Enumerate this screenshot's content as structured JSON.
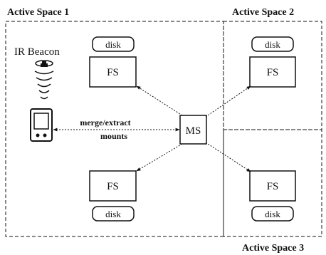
{
  "spaces": [
    {
      "title": "Active Space 1"
    },
    {
      "title": "Active Space 2"
    },
    {
      "title": "Active Space 3"
    }
  ],
  "beacon": {
    "label": "IR Beacon"
  },
  "file_servers": [
    {
      "label": "FS",
      "disk": "disk"
    },
    {
      "label": "FS",
      "disk": "disk"
    },
    {
      "label": "FS",
      "disk": "disk"
    },
    {
      "label": "FS",
      "disk": "disk"
    }
  ],
  "mount_server": {
    "label": "MS"
  },
  "links": {
    "line1": "merge/extract",
    "line2": "mounts"
  }
}
